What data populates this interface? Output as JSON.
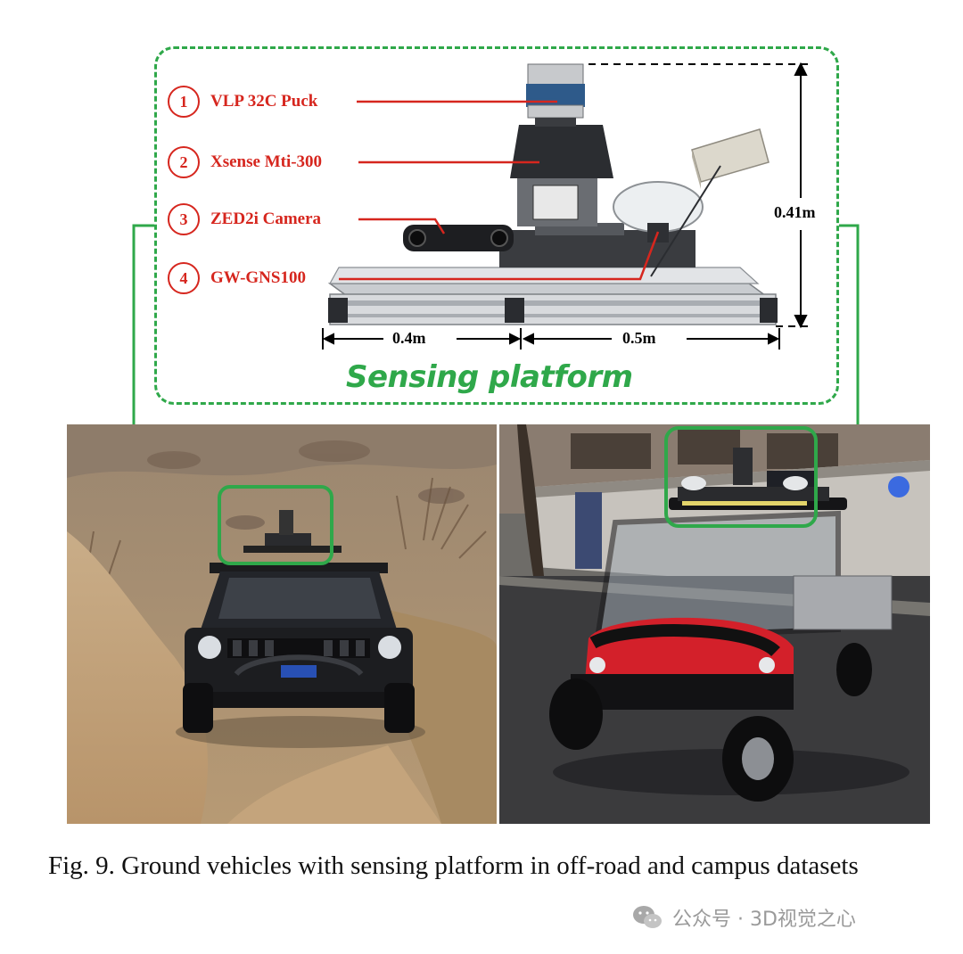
{
  "figure": {
    "platform_title": "Sensing platform",
    "sensors": [
      {
        "num": "1",
        "label": "VLP 32C Puck"
      },
      {
        "num": "2",
        "label": "Xsense Mti-300"
      },
      {
        "num": "3",
        "label": "ZED2i Camera"
      },
      {
        "num": "4",
        "label": "GW-GNS100"
      }
    ],
    "dimensions": {
      "width_left": "0.4m",
      "width_right": "0.5m",
      "height": "0.41m"
    },
    "colors": {
      "accent_green": "#2fa84a",
      "label_red": "#d6261e"
    }
  },
  "caption": "Fig. 9. Ground vehicles with sensing platform in off-road and campus datasets",
  "watermark": "公众号 · 3D视觉之心"
}
